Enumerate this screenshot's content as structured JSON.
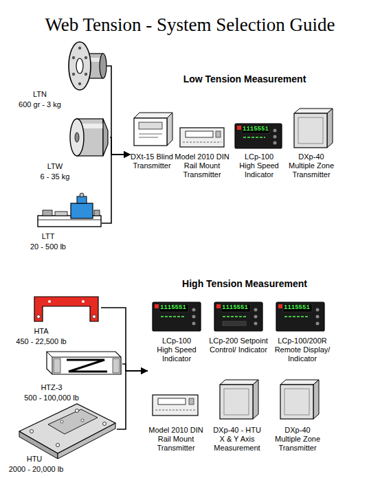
{
  "diagram": {
    "title": "Web Tension - System Selection Guide",
    "nodes": [
      {
        "text": [
          "LTN",
          "600 gr - 3 kg"
        ]
      },
      {
        "text": [
          "LTW",
          "6 - 35 kg"
        ]
      },
      {
        "text": [
          "LTT",
          "20 - 500 lb"
        ]
      },
      {
        "text": [
          "DXt-15 Blind Transmitter"
        ]
      },
      {
        "text": [
          "Model 2010 DIN Rail Mount Transmitter"
        ]
      },
      {
        "text": [
          "LCp-100 High Speed Indicator"
        ]
      },
      {
        "text": [
          "DXp-40 Multiple Zone Transmitter"
        ]
      },
      {
        "text": [
          "HTA",
          "450 - 22,500 lb"
        ]
      },
      {
        "text": [
          "HTZ-3",
          "500 - 100,000 lb"
        ]
      },
      {
        "text": [
          "HTU",
          "2000 - 20,000 lb"
        ]
      },
      {
        "text": [
          "LCp-100 High Speed Indicator"
        ]
      },
      {
        "text": [
          "LCp-200 Setpoint Control/ Indicator"
        ]
      },
      {
        "text": [
          "LCp-100/200R Remote Display/ Indicator"
        ]
      },
      {
        "text": [
          "Model 2010 DIN Rail Mount Transmitter"
        ]
      },
      {
        "text": [
          "DXp-40 - HTU X & Y Axis Measurement"
        ]
      },
      {
        "text": [
          "DXp-40 Multiple Zone Transmitter"
        ]
      }
    ],
    "edges": [
      {
        "from": 0,
        "to": 3,
        "arrow": "to"
      },
      {
        "from": 1,
        "to": 3,
        "arrow": "to"
      },
      {
        "from": 2,
        "to": 3,
        "arrow": "to"
      },
      {
        "from": 7,
        "to": 10,
        "arrow": "to"
      },
      {
        "from": 8,
        "to": 10,
        "arrow": "to"
      },
      {
        "from": 9,
        "to": 10,
        "arrow": "to"
      }
    ],
    "labels": [
      "Low Tension Measurement",
      "High Tension Measurement",
      "1115551",
      "1115551",
      "1115551",
      "1115551"
    ]
  }
}
